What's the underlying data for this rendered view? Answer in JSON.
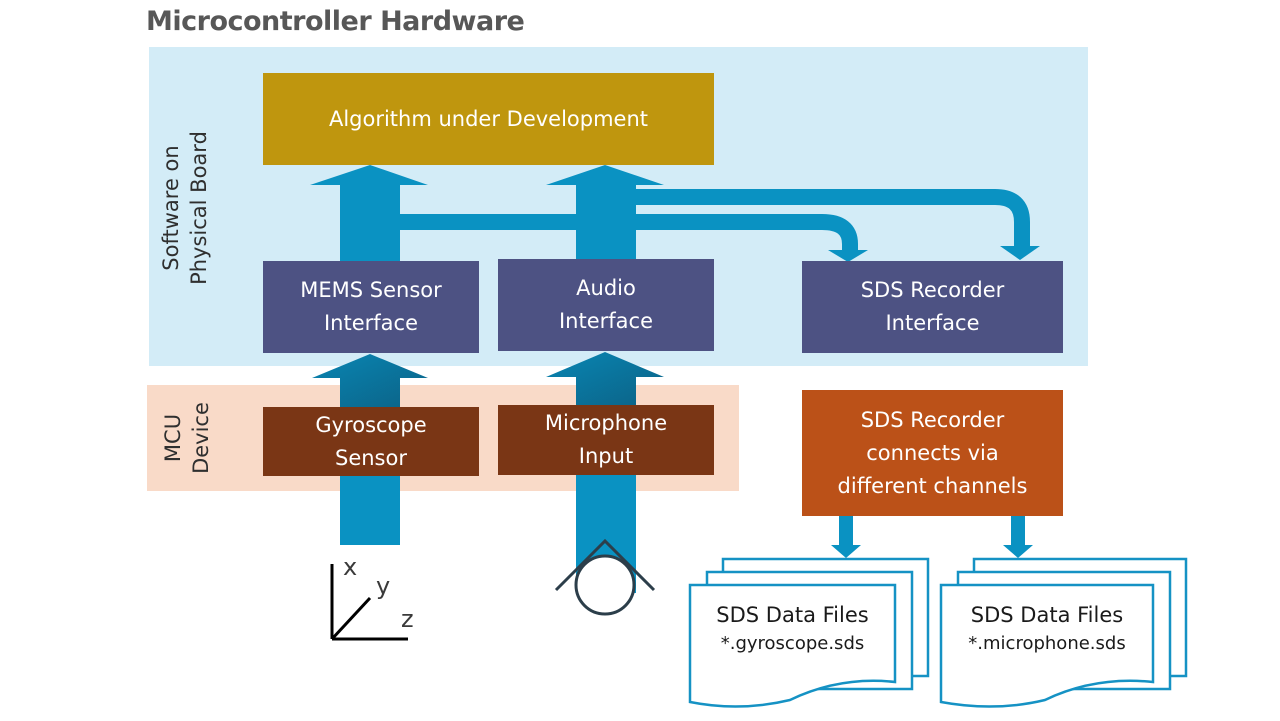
{
  "title": "Microcontroller Hardware",
  "zones": {
    "software": {
      "label": "Software on\nPhysical Board",
      "color": "#d3ecf7"
    },
    "mcu": {
      "label": "MCU\nDevice",
      "color": "#f9dac8"
    }
  },
  "boxes": {
    "algorithm": {
      "label": "Algorithm under Development",
      "color": "#bf960e"
    },
    "mems": {
      "label": "MEMS Sensor\nInterface",
      "color": "#4d5283"
    },
    "audio": {
      "label": "Audio\nInterface",
      "color": "#4d5283"
    },
    "sds_interface": {
      "label": "SDS Recorder\nInterface",
      "color": "#4d5283"
    },
    "gyroscope": {
      "label": "Gyroscope\nSensor",
      "color": "#7a3615"
    },
    "microphone": {
      "label": "Microphone\nInput",
      "color": "#7a3615"
    },
    "sds_recorder": {
      "label": "SDS Recorder\nconnects via\ndifferent channels",
      "color": "#bb5118"
    }
  },
  "files": [
    {
      "heading": "SDS Data Files",
      "pattern": "*.gyroscope.sds"
    },
    {
      "heading": "SDS Data Files",
      "pattern": "*.microphone.sds"
    }
  ],
  "axes": {
    "x": "x",
    "y": "y",
    "z": "z"
  },
  "icons": {
    "gyro_axes": "xyz-axes-icon",
    "microphone": "microphone-icon"
  },
  "colors": {
    "arrow": "#0a92c2",
    "arrow_dark": "#0b6f95",
    "file_border": "#1592c4"
  }
}
